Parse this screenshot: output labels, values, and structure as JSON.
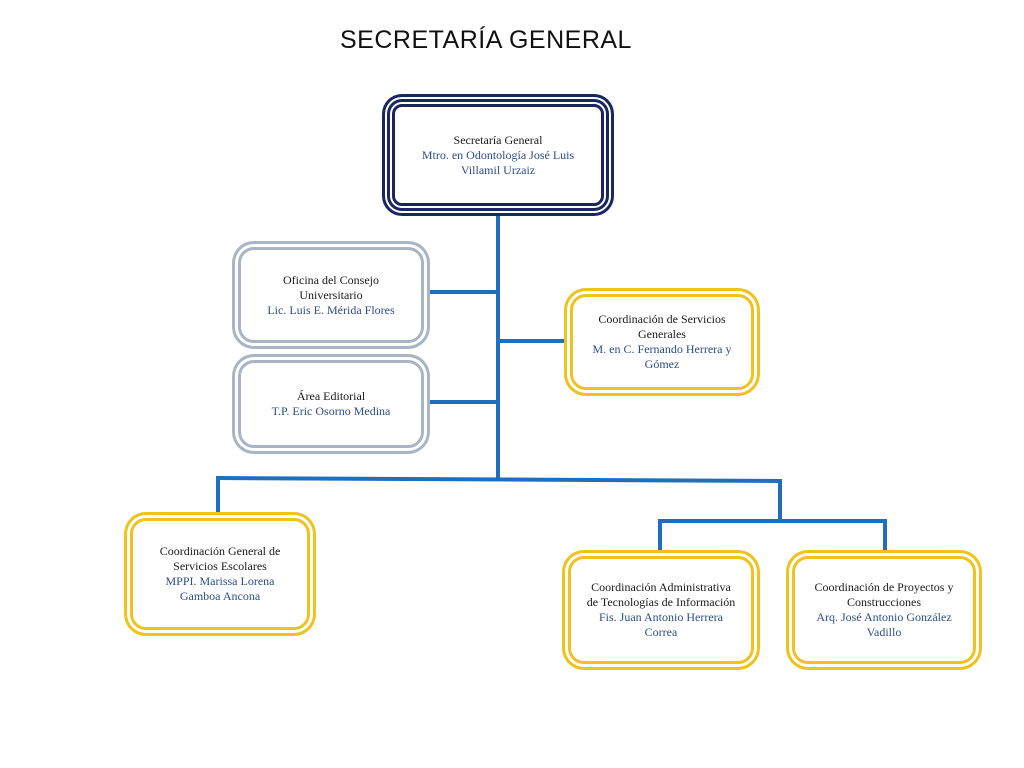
{
  "title": "SECRETARÍA GENERAL",
  "colors": {
    "connector": "#1f6fbf",
    "gold": "#f0c21d",
    "silver": "#aab4c4",
    "navy": "#1a2660"
  },
  "nodes": {
    "head": {
      "role": "Secretaría General",
      "person": "Mtro. en Odontología José Luis Villamil Urzaiz"
    },
    "consejo": {
      "role": "Oficina del Consejo Universitario",
      "person": "Lic. Luis E. Mérida Flores"
    },
    "editorial": {
      "role": "Área Editorial",
      "person": "T.P.  Eric Osorno Medina"
    },
    "servicios_generales": {
      "role": "Coordinación de Servicios Generales",
      "person": "M. en C. Fernando Herrera y Gómez"
    },
    "escolares": {
      "role": "Coordinación General de Servicios Escolares",
      "person": "MPPI. Marissa Lorena Gamboa Ancona"
    },
    "tic": {
      "role": "Coordinación Administrativa de Tecnologías de Información",
      "person": "Fis. Juan Antonio Herrera Correa"
    },
    "proyectos": {
      "role": "Coordinación de Proyectos y Construcciones",
      "person": "Arq. José Antonio González Vadillo"
    }
  }
}
